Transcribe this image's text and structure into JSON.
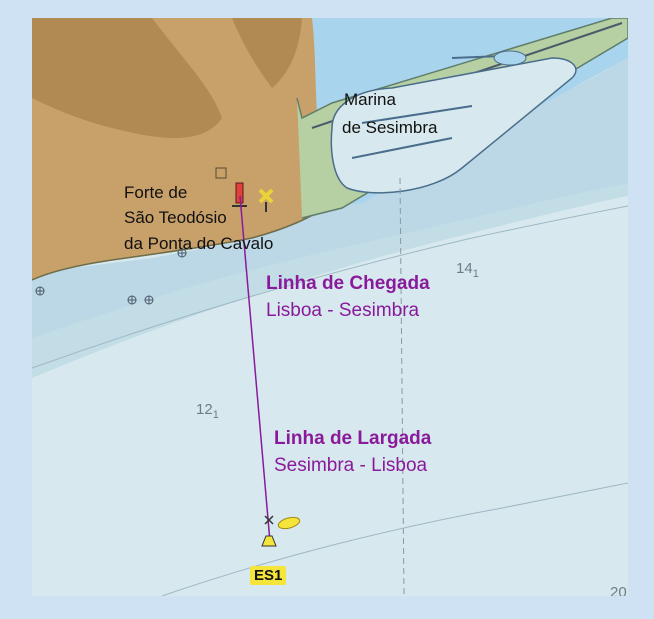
{
  "labels": {
    "marina_line1": "Marina",
    "marina_line2": "de Sesimbra",
    "fort_line1": "Forte de",
    "fort_line2": "São Teodósio",
    "fort_line3": "da Ponta do Cavalo",
    "finish_title": "Linha de Chegada",
    "finish_route": "Lisboa - Sesimbra",
    "start_title": "Linha de Largada",
    "start_route": "Sesimbra - Lisboa",
    "buoy_name": "ES1"
  },
  "soundings": {
    "s1_main": "14",
    "s1_sub": "1",
    "s2_main": "12",
    "s2_sub": "1",
    "s3_main": "20"
  },
  "colors": {
    "frame": "#cfe2f3",
    "land": "#c8a06a",
    "land_dark": "#b08a52",
    "shallow": "#a9d4ee",
    "mid": "#c3dde6",
    "sea": "#d7e9ee",
    "intertidal": "#b6cfa3",
    "line_purple": "#8a1a9c",
    "buoy_tag": "#f5e53a"
  }
}
